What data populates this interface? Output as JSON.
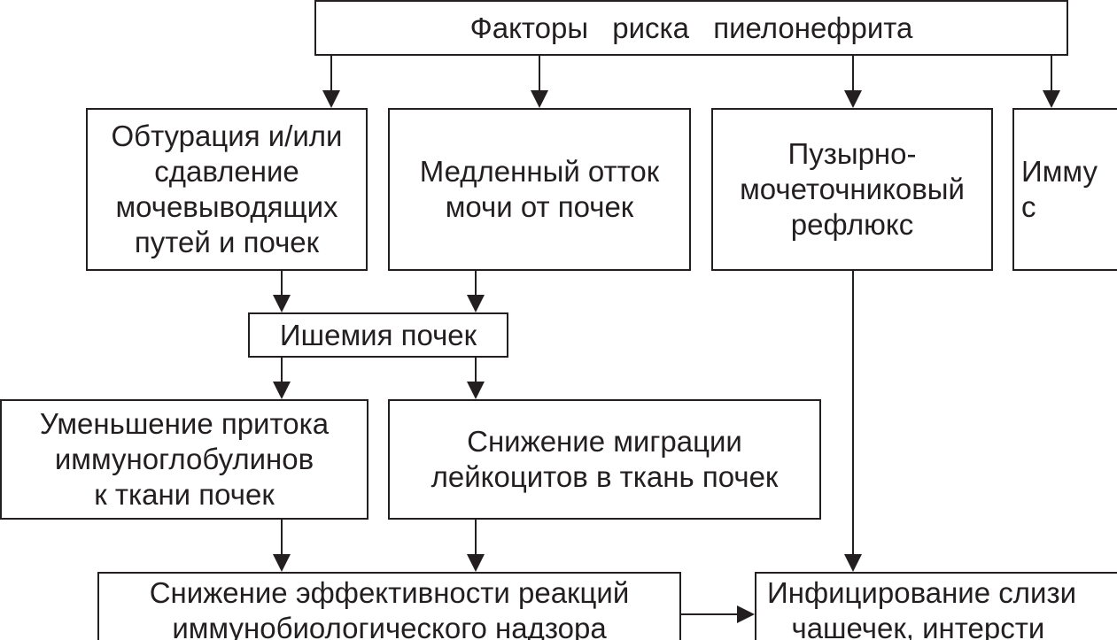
{
  "diagram": {
    "nodes": {
      "risk_factors": "Факторы риска пиелонефрита",
      "obstruction": "Обтурация и/или\nсдавление\nмочевыводящих\nпутей и почек",
      "slow_outflow": "Медленный отток\nмочи от почек",
      "reflux": "Пузырно-\nмочеточниковый\nрефлюкс",
      "immune": "Имму\nс",
      "ischemia": "Ишемия почек",
      "reduced_inflow": "Уменьшение притока\nиммуноглобулинов\nк ткани почек",
      "reduced_migration": "Снижение миграции\nлейкоцитов в ткань почек",
      "reduced_efficiency": "Снижение эффективности реакций\nиммунобиологического надзора",
      "infection": "Инфицирование слизи\n   чашечек, интерсти"
    },
    "colors": {
      "stroke": "#231f20",
      "text": "#231f20",
      "background": "#ffffff"
    }
  }
}
